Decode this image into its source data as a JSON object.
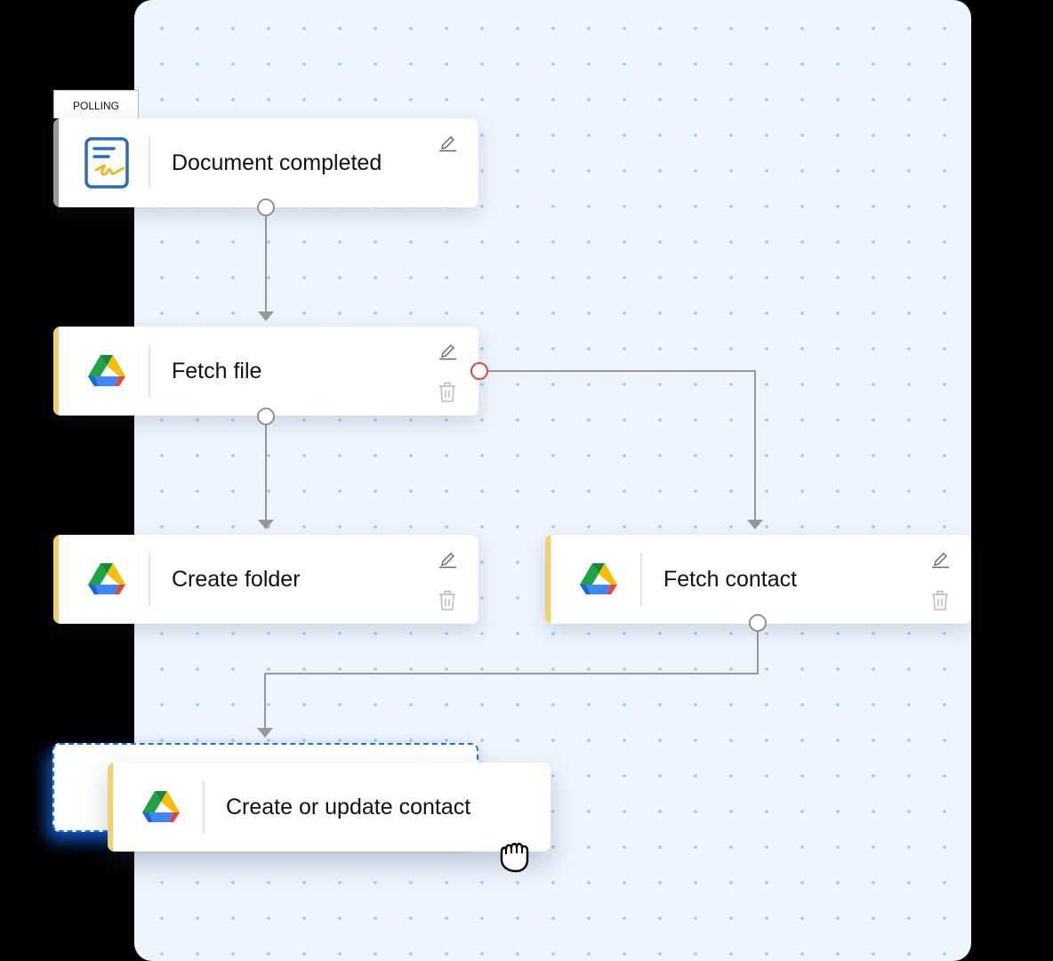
{
  "canvas": {
    "background": "#eef5fe",
    "dot_color": "#9ccaf7"
  },
  "trigger_tab": {
    "label": "POLLING"
  },
  "nodes": [
    {
      "id": "document-completed",
      "title": "Document completed",
      "app_icon": "writer-sign-icon",
      "accent": "#9a9a9a",
      "actions": [
        "edit"
      ]
    },
    {
      "id": "fetch-file",
      "title": "Fetch file",
      "app_icon": "google-drive-icon",
      "accent": "#f5d06a",
      "actions": [
        "edit",
        "delete"
      ]
    },
    {
      "id": "create-folder",
      "title": "Create folder",
      "app_icon": "google-drive-icon",
      "accent": "#f5d06a",
      "actions": [
        "edit",
        "delete"
      ]
    },
    {
      "id": "fetch-contact",
      "title": "Fetch contact",
      "app_icon": "google-drive-icon",
      "accent": "#f5d06a",
      "actions": [
        "edit",
        "delete"
      ]
    },
    {
      "id": "create-or-update-contact",
      "title": "Create or update contact",
      "app_icon": "google-drive-icon",
      "accent": "#f5d06a",
      "state": "dragging"
    }
  ],
  "connections": [
    {
      "from": "document-completed",
      "to": "fetch-file"
    },
    {
      "from": "fetch-file",
      "to": "create-folder"
    },
    {
      "from": "fetch-file",
      "to": "fetch-contact",
      "port_color": "#e0493c"
    },
    {
      "from": "fetch-contact",
      "to": "create-or-update-contact"
    }
  ],
  "colors": {
    "connector": "#999999",
    "error_port": "#e0493c",
    "drop_outline": "#1a73e8"
  },
  "cursor": "grab-hand-icon"
}
